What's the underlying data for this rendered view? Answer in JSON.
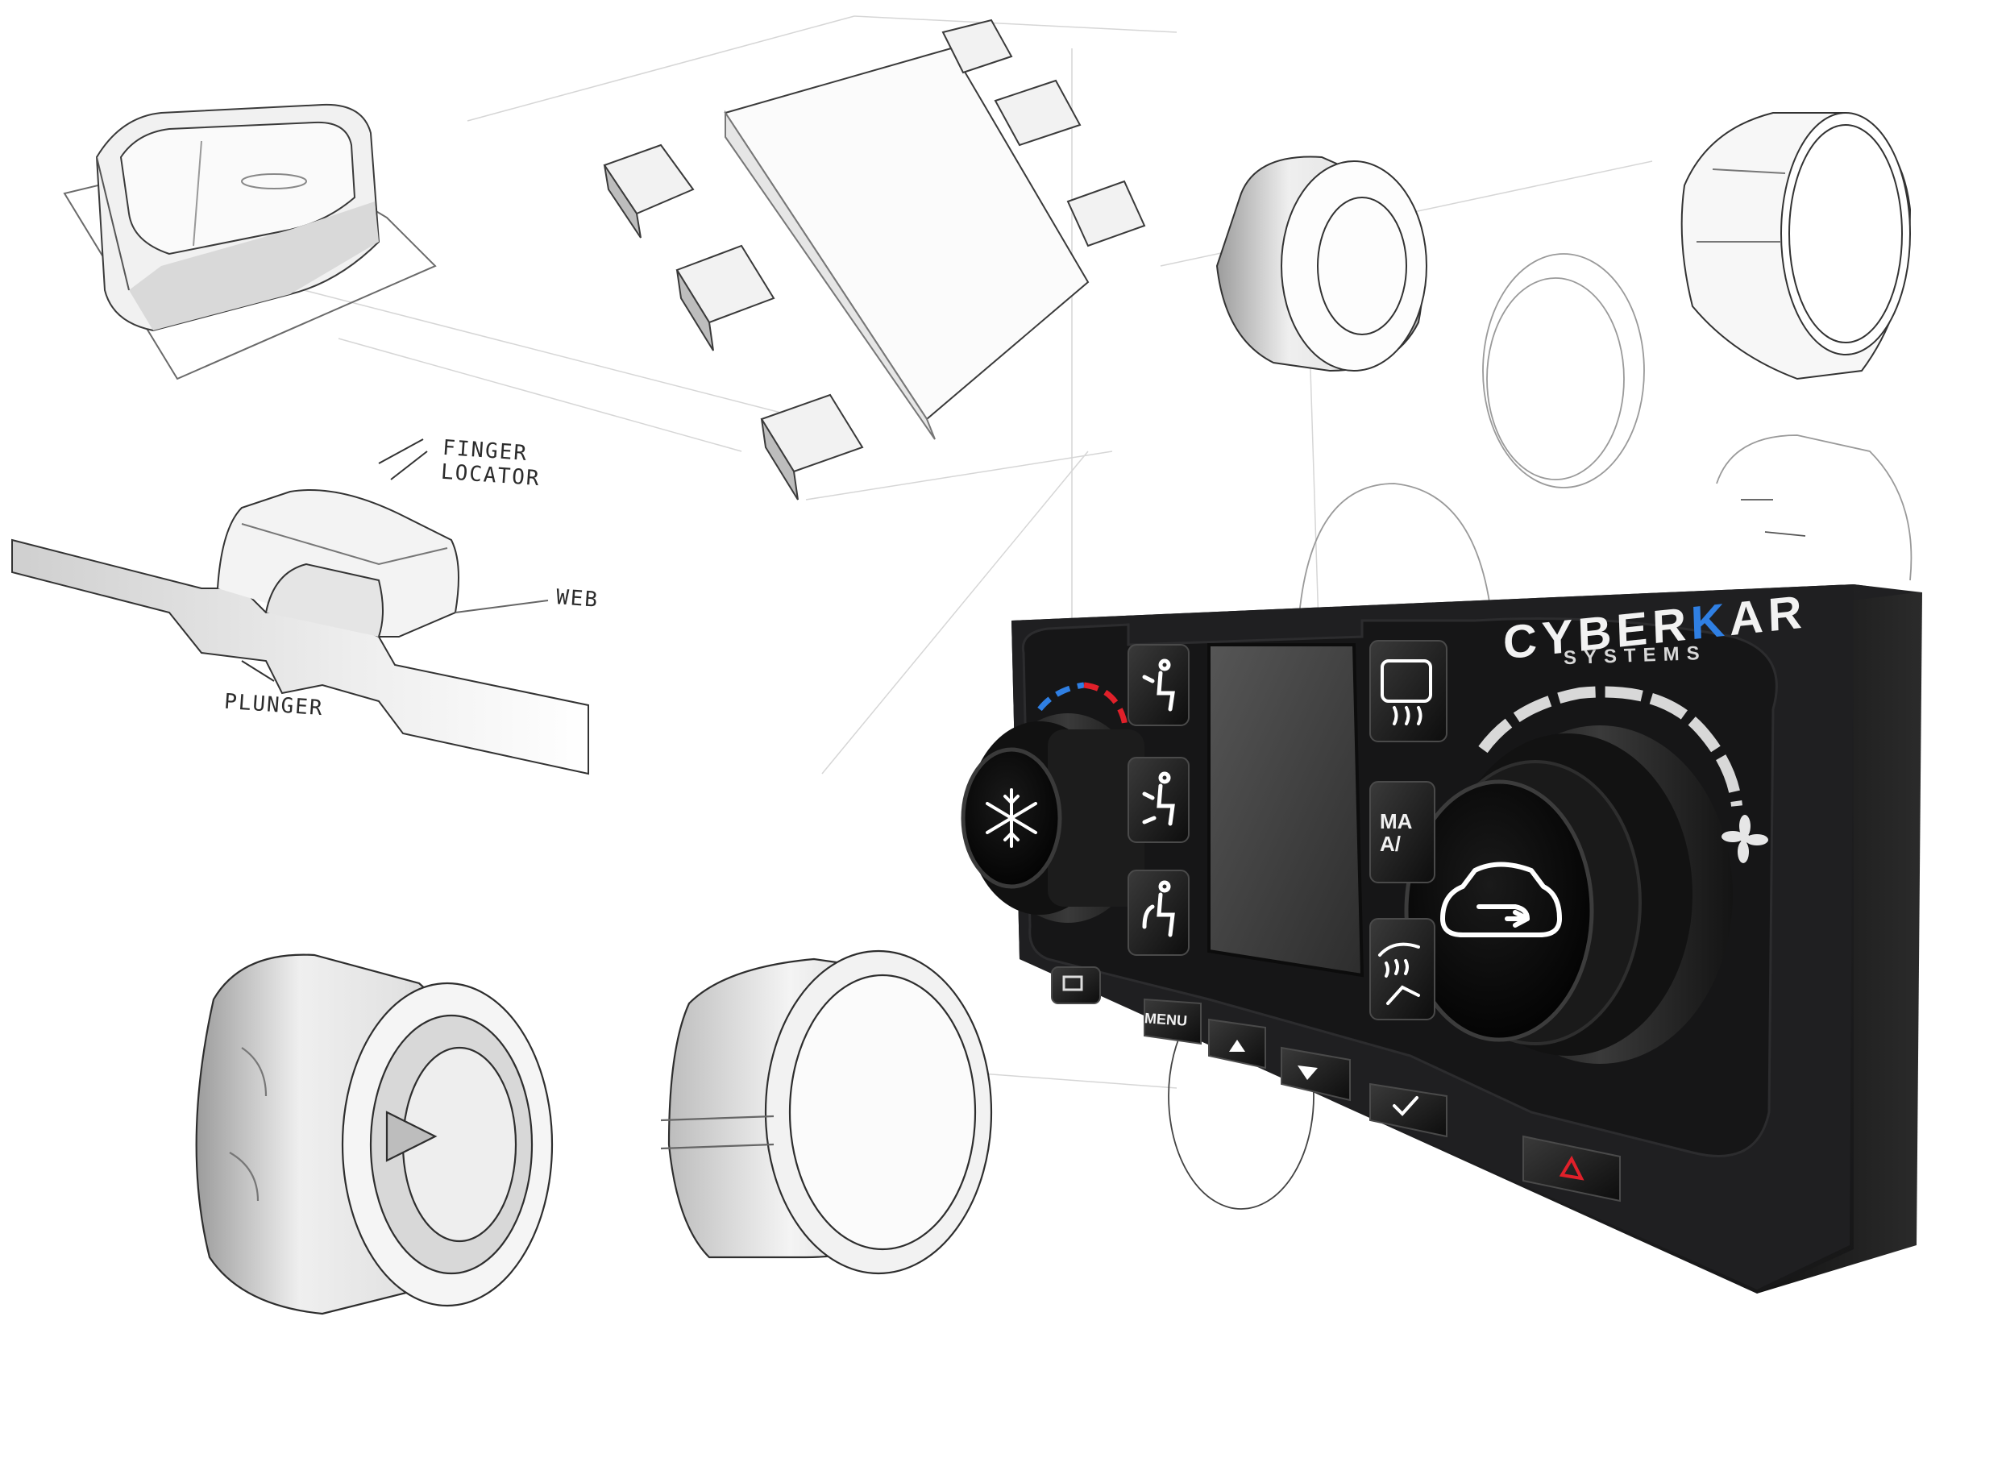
{
  "annotations": {
    "finger_locator_line1": "FINGER",
    "finger_locator_line2": "LOCATOR",
    "web": "WEB",
    "plunger": "PLUNGER"
  },
  "brand": {
    "name_part1": "CYBER",
    "name_accent": "K",
    "name_part2": "AR",
    "subtitle": "SYSTEMS",
    "accent_color": "#2f7fe3"
  },
  "panel": {
    "menu_label": "MENU",
    "max_ac_label_line1": "MA",
    "max_ac_label_line2": "A/",
    "body_color": "#1c1c1e",
    "cold_color": "#2f7fe3",
    "hot_color": "#e0202a",
    "hazard_color": "#e0202a",
    "icons": {
      "left_knob": "snowflake-icon",
      "right_knob": "recirculation-icon",
      "fan": "fan-icon",
      "vent_face": "vent-face-icon",
      "vent_face_feet": "vent-face-feet-icon",
      "vent_feet": "vent-feet-icon",
      "rear_defrost": "rear-defrost-icon",
      "front_defrost_feet": "front-defrost-feet-icon",
      "display_toggle": "display-icon",
      "up": "up-arrow-icon",
      "down": "down-arrow-icon",
      "confirm": "checkmark-icon",
      "hazard": "hazard-icon"
    }
  }
}
